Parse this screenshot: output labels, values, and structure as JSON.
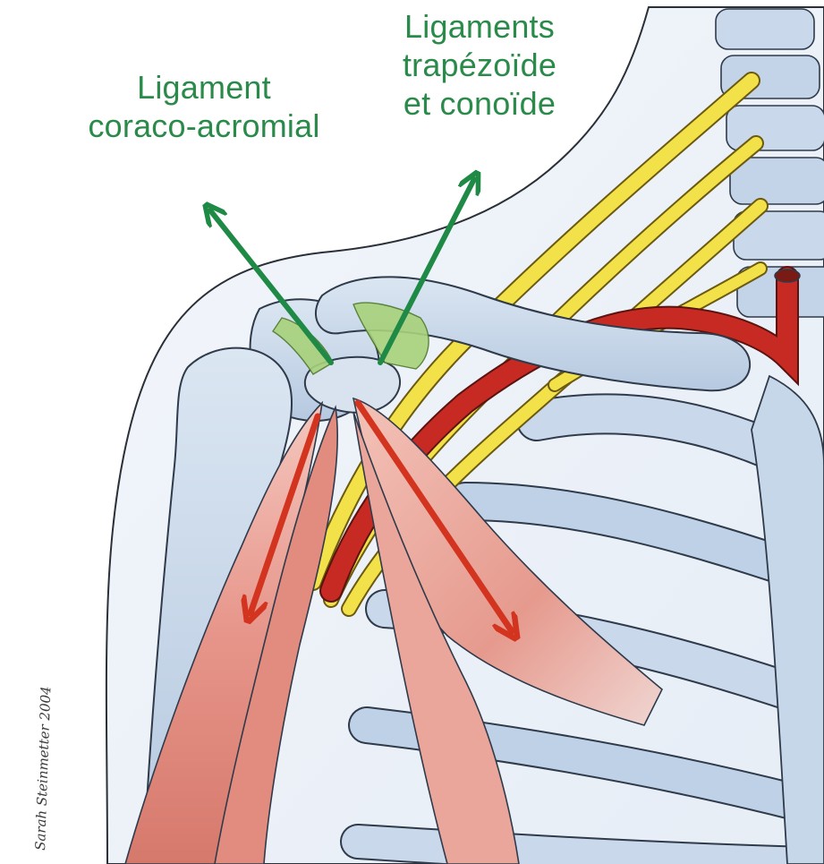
{
  "labels": {
    "coraco_acromial": {
      "line1": "Ligament",
      "line2": "coraco-acromial"
    },
    "trapezoid_conoid": {
      "line1": "Ligaments",
      "line2": "trapézoïde",
      "line3": "et conoïde"
    }
  },
  "signature": "Sarah Steinmetter 2004",
  "colors": {
    "label_text": "#2a8a4a",
    "ligament_arrow": "#1f8a45",
    "muscle_arrow": "#d33420",
    "bone": "#c8d8ea",
    "bone_shadow": "#9fb6d2",
    "nerve": "#f3e14a",
    "artery": "#c62a22",
    "muscle": "#e79a8c",
    "ligament": "#a8d27a",
    "outline": "#2f3a4a"
  }
}
